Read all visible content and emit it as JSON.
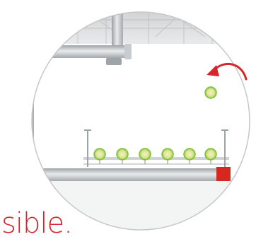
{
  "caption": {
    "text": "sible."
  },
  "colors": {
    "accent_red": "#d7252c",
    "bracket_red": "#d6281f",
    "pipe_grey": "#b7bcc0",
    "pipe_highlight": "#e6e9eb",
    "backdrop_grey": "#d9dadb",
    "badge_green": "#8ccc3c",
    "badge_fill": "#f4e7a7",
    "circle_outline": "#c7c7c7"
  },
  "icons": {
    "rotate_arrow": "curved-arrow-icon",
    "product_badge": "green-badge-icon"
  },
  "scene": {
    "hanging_badges_count": 6,
    "loose_badges_count": 1
  }
}
